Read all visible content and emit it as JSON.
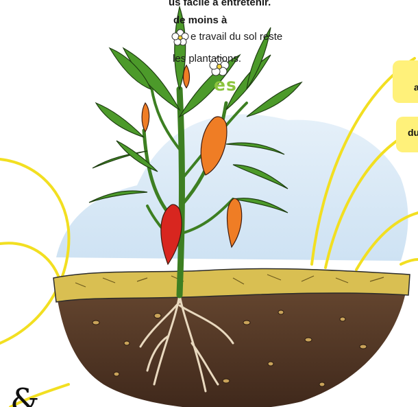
{
  "intro_text": {
    "line1": "us facile à entretenir.",
    "line2": "de moins à",
    "line3": "e travail du sol reste",
    "line4": "les plantations."
  },
  "heading_fragment": "es",
  "callouts": {
    "top_right": "a",
    "middle_right": "du"
  },
  "illustration": {
    "subject": "pepper plant with roots in soil",
    "colors": {
      "accent_green": "#8cc43e",
      "callout_yellow": "#fff17a",
      "line_yellow": "#f2df21",
      "soil_brown": "#5a3d2b",
      "mulch_yellow": "#d9bf52",
      "pepper_red": "#d8261f",
      "pepper_orange": "#ef7d25",
      "leaf_green": "#4c9a2a",
      "sky_blue": "#c8dff1"
    }
  },
  "corner_glyph": "&"
}
